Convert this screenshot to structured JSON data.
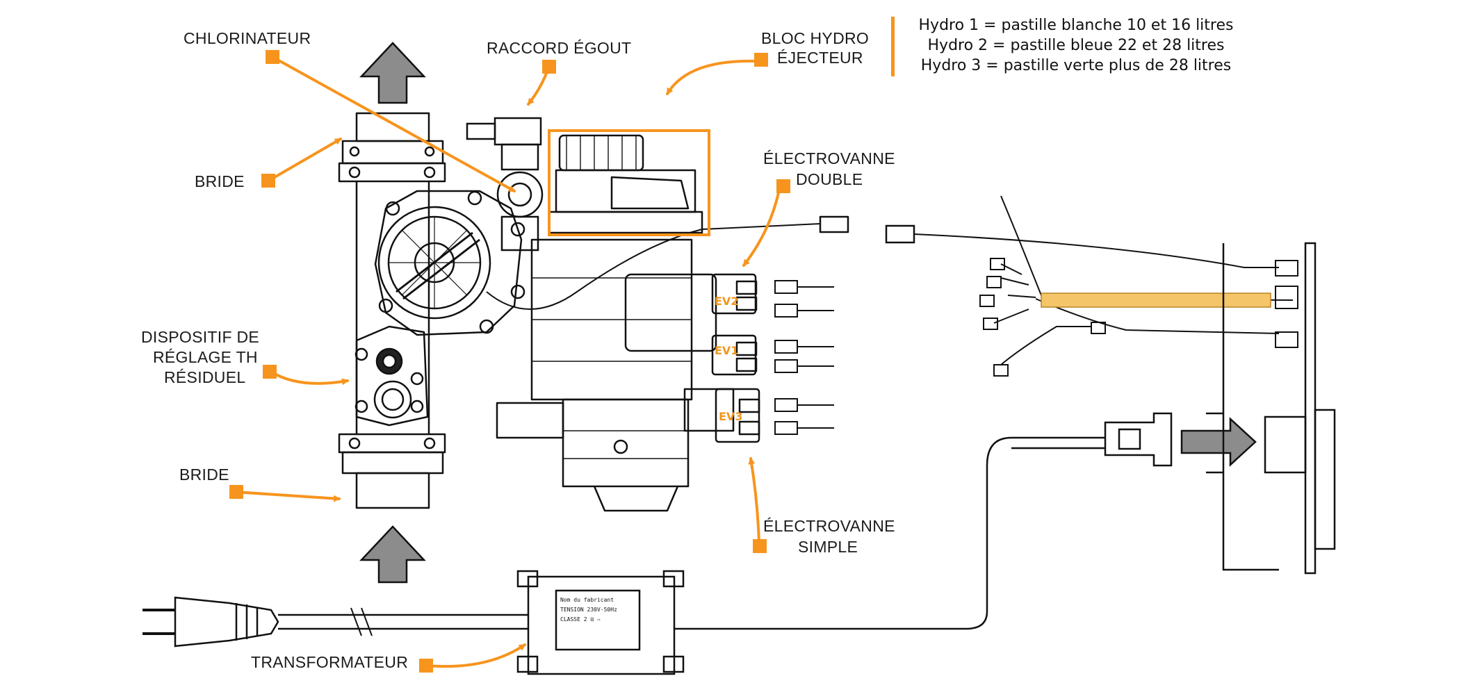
{
  "colors": {
    "accent": "#f7941d",
    "line": "#1a1a1a",
    "arrow_fill": "#8c8c8c",
    "cable_highlight": "#f5c56a"
  },
  "labels": {
    "chlorinateur": "CHLORINATEUR",
    "raccord_egout": "RACCORD ÉGOUT",
    "bloc_hydro_1": "BLOC HYDRO",
    "bloc_hydro_2": "ÉJECTEUR",
    "bride_top": "BRIDE",
    "electrovanne_double_1": "ÉLECTROVANNE",
    "electrovanne_double_2": "DOUBLE",
    "dispositif_1": "DISPOSITIF DE",
    "dispositif_2": "RÉGLAGE TH",
    "dispositif_3": "RÉSIDUEL",
    "bride_bottom": "BRIDE",
    "electrovanne_simple_1": "ÉLECTROVANNE",
    "electrovanne_simple_2": "SIMPLE",
    "transformateur": "TRANSFORMATEUR"
  },
  "valves": {
    "ev1": "EV1",
    "ev2": "EV2",
    "ev3": "EV3"
  },
  "legend": [
    "Hydro 1 = pastille blanche 10 et 16 litres",
    "Hydro 2 = pastille bleue 22 et 28 litres",
    "Hydro 3 = pastille verte plus de 28 litres"
  ],
  "transformer_plate": [
    "Nom du fabricant",
    "TENSION 230V-50Hz",
    "CLASSE 2 ⊡ ⇨"
  ]
}
